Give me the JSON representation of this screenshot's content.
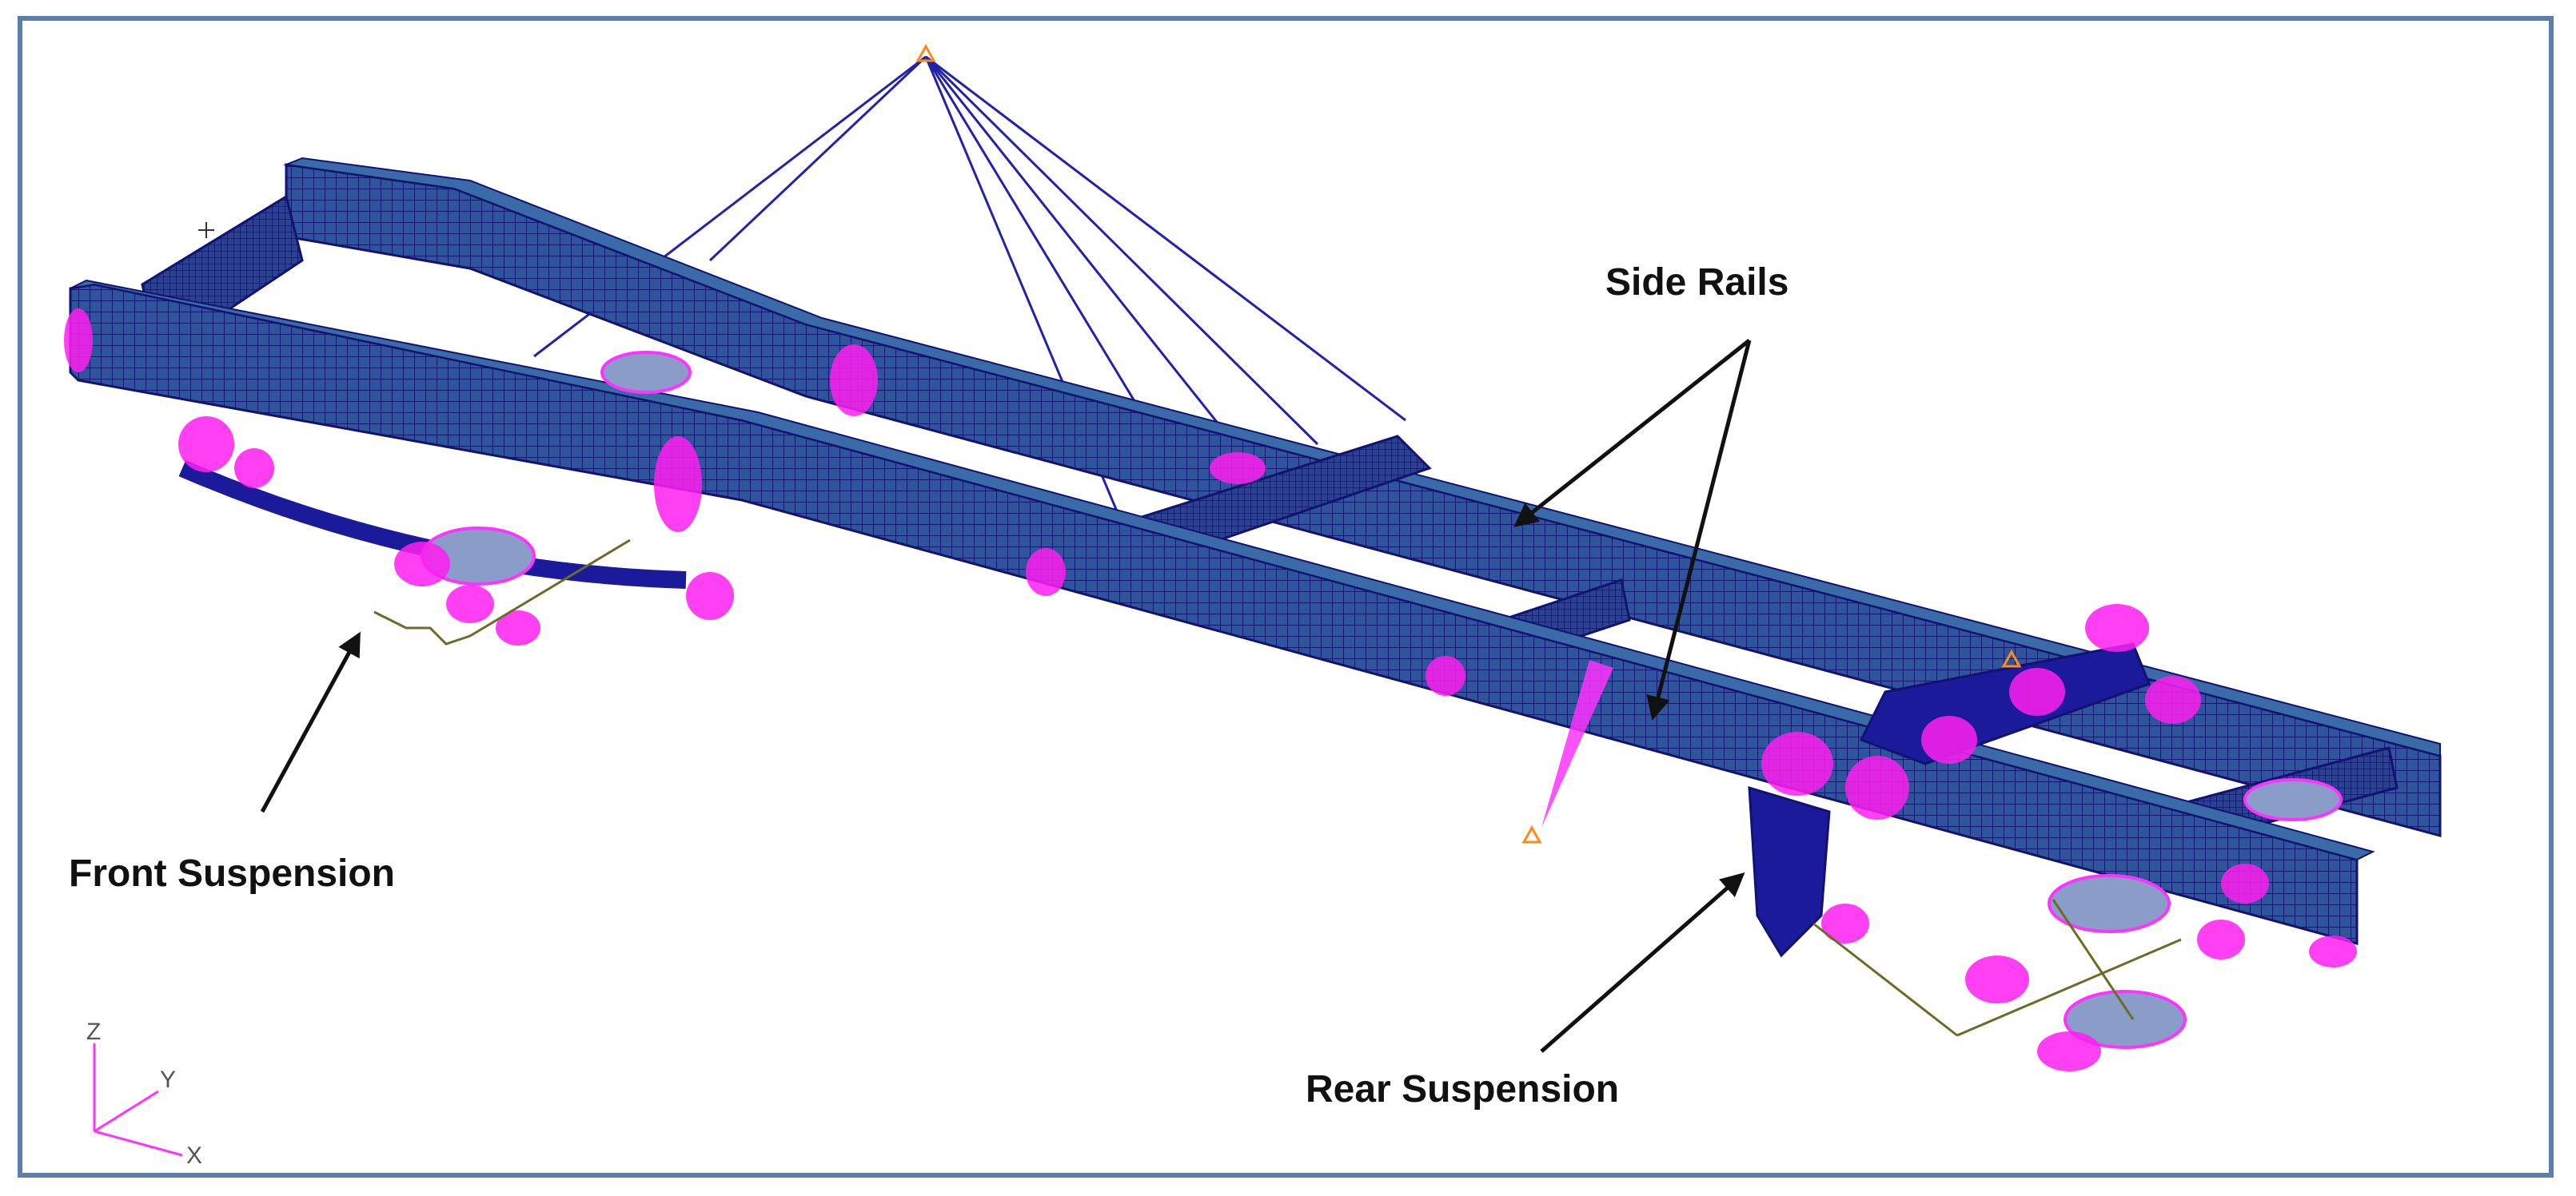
{
  "labels": {
    "side_rails": "Side Rails",
    "front_suspension": "Front Suspension",
    "rear_suspension": "Rear Suspension"
  },
  "triad": {
    "z": "Z",
    "y": "Y",
    "x": "X"
  },
  "colors": {
    "frame_border": "#5b7fa7",
    "mesh_dark": "#1a1a8c",
    "mesh_fill": "#2a4d8f",
    "mesh_light": "#3a6aa8",
    "rigid_elements": "#ff1ff0",
    "constraint_marker": "#ff8a1a",
    "axis_triad": "#ff33ff",
    "text": "#111111"
  },
  "icons": [
    "arrow-icon",
    "constraint-triangle-icon",
    "crosshair-icon",
    "axis-triad-icon"
  ]
}
